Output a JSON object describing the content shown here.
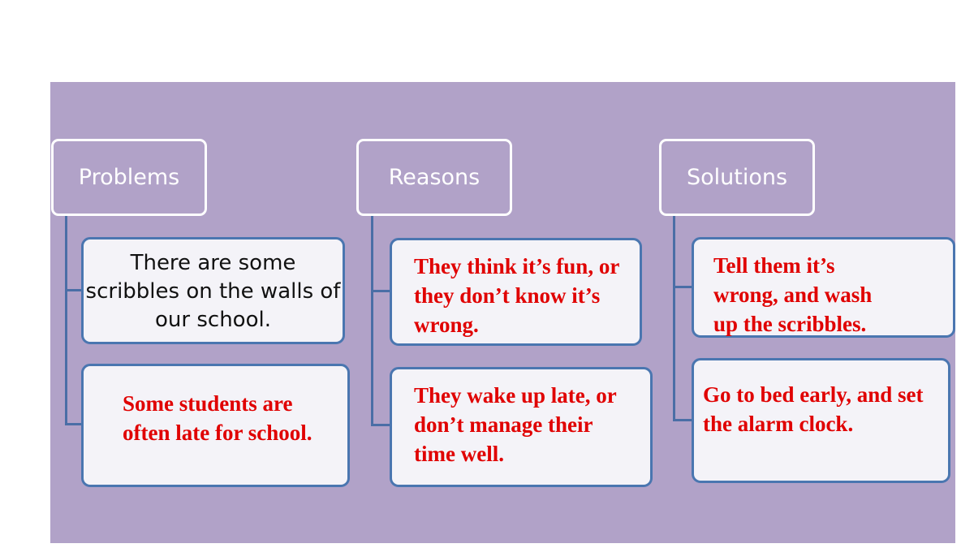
{
  "columns": [
    {
      "header": "Problems",
      "items": [
        "There are some scribbles on the walls of our school.",
        "Some students are often late for school."
      ]
    },
    {
      "header": "Reasons",
      "items": [
        "They think it’s fun, or they don’t know it’s wrong.",
        "They wake up late, or don’t manage their time well."
      ]
    },
    {
      "header": "Solutions",
      "items": [
        "Tell them it’s wrong, and wash up the scribbles.",
        "Go to bed early, and set the alarm clock."
      ]
    }
  ],
  "colors": {
    "panel": "#b1a2c8",
    "card_border": "#4a76b0",
    "card_fill": "#f4f3f8",
    "red_text": "#e00000",
    "connector": "#4a6ea6"
  }
}
